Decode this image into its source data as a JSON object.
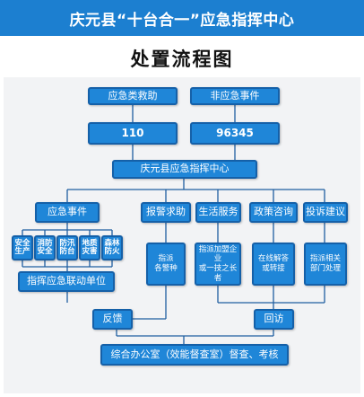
{
  "title": "庆元县“十台合一”应急指挥中心",
  "subtitle": "处置流程图",
  "colors": {
    "banner": "#1c7fd0",
    "box": "#1f86d8",
    "box_border": "#1560a8",
    "line": "#1f5ea0"
  },
  "top": {
    "emergency_rescue": "应急类救助",
    "non_emergency": "非应急事件"
  },
  "numbers": {
    "n110": "110",
    "n96345": "96345"
  },
  "center": "庆元县应急指挥中心",
  "categories": {
    "emergency_event": "应急事件",
    "police_help": "报警求助",
    "life_service": "生活服务",
    "policy_consult": "政策咨询",
    "complaint": "投诉建议"
  },
  "sub_units": [
    {
      "line1": "安全",
      "line2": "生产"
    },
    {
      "line1": "消防",
      "line2": "安全"
    },
    {
      "line1": "防汛",
      "line2": "防台"
    },
    {
      "line1": "地质",
      "line2": "灾害"
    },
    {
      "line1": "森林",
      "line2": "防火"
    }
  ],
  "dispatch": {
    "police": {
      "line1": "指派",
      "line2": "各警种"
    },
    "life": {
      "line1": "指派加盟企业",
      "line2": "或一技之长者"
    },
    "policy": {
      "line1": "在线解答",
      "line2": "或转接"
    },
    "complaint": {
      "line1": "指派相关",
      "line2": "部门处理"
    }
  },
  "linkage": "指挥应急联动单位",
  "feedback": "反馈",
  "revisit": "回访",
  "office": "综合办公室（效能督查室）督查、考核"
}
